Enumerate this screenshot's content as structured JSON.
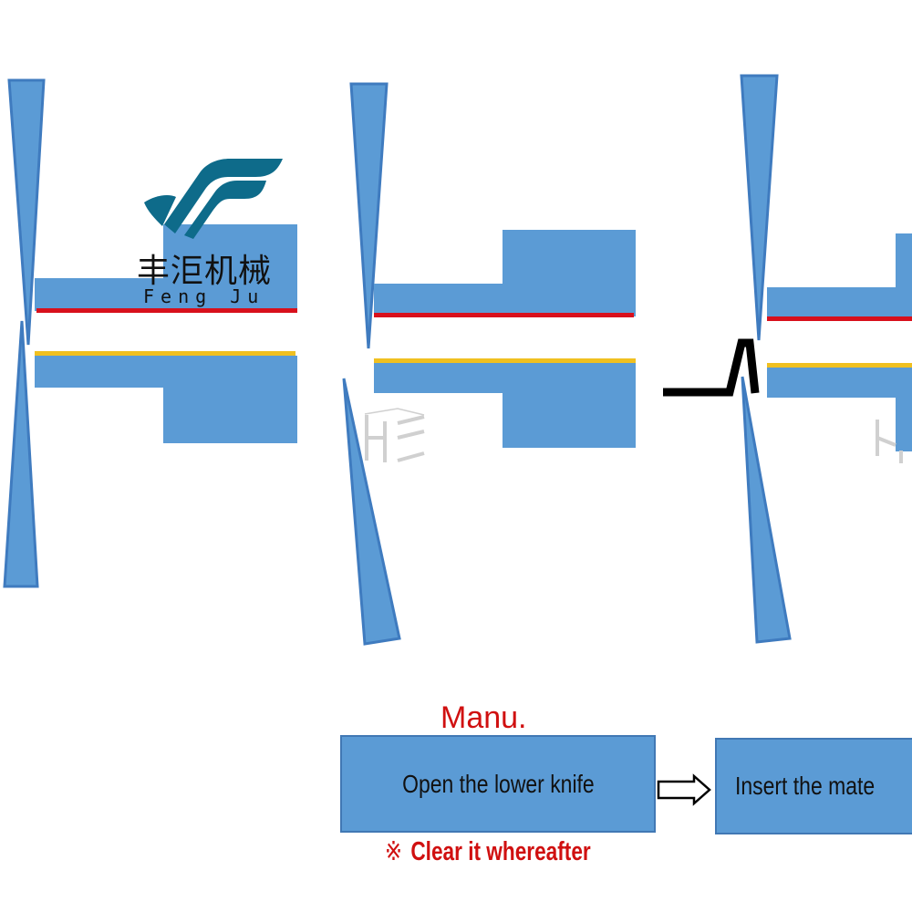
{
  "logo": {
    "name_cn": "丰洰机械",
    "name_en": "Feng Ju",
    "icon": "feng-ju-logo-icon",
    "color": "#0e6b8a"
  },
  "diagram": {
    "colors": {
      "knife_fill": "#5b9bd5",
      "knife_border": "#3f7bbf",
      "block_fill": "#5b9bd5",
      "upper_edge": "#d8101c",
      "lower_edge": "#f0c020",
      "material": "#000000",
      "watermark": "#d0d0d0"
    },
    "panels": [
      {
        "name": "panel-1",
        "state": "knives closed"
      },
      {
        "name": "panel-2",
        "state": "lower knife open"
      },
      {
        "name": "panel-3",
        "state": "material inserted"
      }
    ],
    "watermark_text": "HE"
  },
  "flow": {
    "mode_label": "Manu.",
    "steps": [
      {
        "label": "Open the lower knife"
      },
      {
        "label": "Insert the mate"
      }
    ],
    "arrow": "hollow-right-arrow-icon",
    "note_mark": "※",
    "note_text": "Clear it whereafter"
  }
}
